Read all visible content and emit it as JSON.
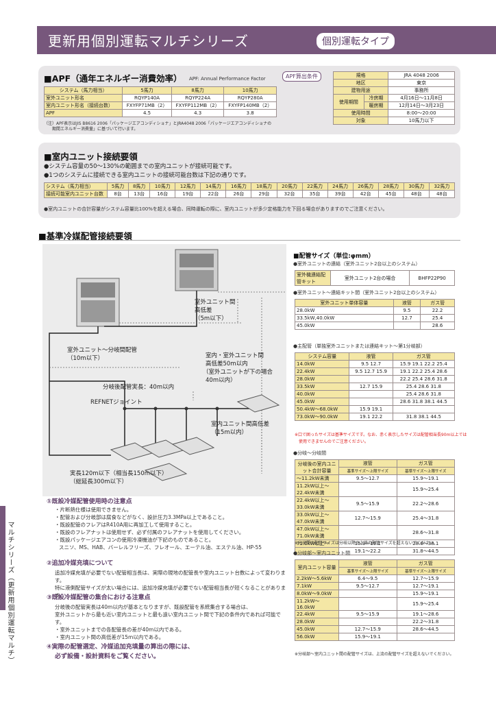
{
  "header": {
    "title": "更新用個別運転マルチシリーズ",
    "subtitle": "個別運転タイプ"
  },
  "apf": {
    "title": "■APF（通年エネルギー消費効率）",
    "title_en": "APF: Annual Performance Factor",
    "table": {
      "headers": [
        "システム（馬力相当）",
        "5馬力",
        "8馬力",
        "10馬力"
      ],
      "rows": [
        [
          "室外ユニット形名",
          "RQYP140A",
          "RQYP224A",
          "RQYP280A"
        ],
        [
          "室内ユニット形名（接続台数）",
          "FXYFP71MB（2）",
          "FXYFP112MB（2）",
          "FXYFP140MB（2）"
        ],
        [
          "APF",
          "4.5",
          "4.3",
          "3.8"
        ]
      ]
    },
    "note1": "（注）APF表示はJIS B8616 2006「パッケージエアコンディショナ」とJRA4048 2006「パッケージエアコンディショナの",
    "note2": "期間エネルギー消費量」に基づいて行います。",
    "cond_label": "APF算出条件",
    "cond_rows": [
      [
        "規格",
        "JRA 4048 2006"
      ],
      [
        "地区",
        "東京"
      ],
      [
        "建物用途",
        "事務所"
      ],
      [
        "冷房期",
        "4月16日〜11月8日"
      ],
      [
        "暖房期",
        "12月14日〜3月23日"
      ],
      [
        "使用時間",
        "8:00〜20:00"
      ],
      [
        "対象",
        "10馬力以下"
      ]
    ],
    "cond_period_label": "使用期間"
  },
  "indoor": {
    "title": "■室内ユニット接続要領",
    "bullet1": "●システム容量の50〜130%の範囲までの室内ユニットが接続可能です。",
    "bullet2": "●1つのシステムに接続できる室内ユニットの接続可能台数は下記の通りです。",
    "row_head1": "システム（馬力相当）",
    "row_head2": "接続可能室内ユニット台数",
    "hp": [
      "5馬力",
      "8馬力",
      "10馬力",
      "12馬力",
      "14馬力",
      "16馬力",
      "18馬力",
      "20馬力",
      "22馬力",
      "24馬力",
      "26馬力",
      "28馬力",
      "30馬力",
      "32馬力"
    ],
    "units": [
      "8台",
      "13台",
      "16台",
      "19台",
      "22台",
      "26台",
      "29台",
      "32台",
      "35台",
      "39台",
      "42台",
      "45台",
      "48台",
      "48台"
    ],
    "note": "●室内ユニットの合計容量がシステム容量比100%を超える場合、同時運転の際に、室内ユニットが多少定格能力を下回る場合がありますのでご注意ください。"
  },
  "piping": {
    "title": "■基準冷媒配管接続要領",
    "d_label1": "室外ユニット間",
    "d_label2": "高低差",
    "d_label3": "（5m以下）",
    "d_label4": "室外ユニット〜分岐間配管",
    "d_label5": "（10m以下）",
    "d_label6": "室内・室外ユニット間",
    "d_label7": "高低差50m以内",
    "d_label8": "（室外ユニットが下の場合",
    "d_label9": "40m以内）",
    "d_label10": "分岐後配管実長：40m以内",
    "d_label11": "REFNETジョイント",
    "d_label12": "室内ユニット間高低差",
    "d_label13": "（15m以内）",
    "d_label14": "実長120m以下（相当長150m以下）",
    "d_label15": "（総延長300m以下）"
  },
  "cautions": {
    "c1_title": "①既設冷媒配管使用時の注意点",
    "c1_items": [
      "・片断熱仕様は使用できません。",
      "・配管および分岐部は腐食などがなく、設計圧力3.3MPa以上であること。",
      "・既設配管のフレアはR410A用に再加工して使用すること。",
      "・既設のフレアナットは使用せず、必ず付属のフレアナットを使用してください。",
      "・既設パッケージエアコンの使用冷凍機油が下記のものであること。",
      "スニソ、MS、HAB、バーレルフリーズ、フレオール、エーテル油、エステル油、HP-55"
    ],
    "c2_title": "②追加冷媒充填について",
    "c2_items": [
      "追加冷媒充填が必要でない配管相当長は、実際の現地の配管長や室内ユニット台数によって変わります。",
      "特に液側配管サイズが太い場合には、追加冷媒充填が必要でない配管相当長が短くなることがあります。"
    ],
    "c3_title": "③既設冷媒配管の集合における注意点",
    "c3_items": [
      "分岐後の配管実長は40m以内が基本となりますが、既設配管を系統集合する場合は、",
      "室外ユニットから最も近い室内ユニットと最も遠い室内ユニット間で下記の条件内であれば可能です。",
      "・室外ユニットまでの各配管長の差が40m以内である。",
      "・室内ユニット間の高低差が15m以内である。"
    ],
    "c4_title1": "④実際の配管選定、冷媒追加充填量の算出の際には、",
    "c4_title2": "必ず設備・設計資料をご覧ください。"
  },
  "pipe_size": {
    "title": "■配管サイズ（単位:φmm）",
    "kit_title": "●室外ユニットの連結（室外ユニット2台以上のシステム）",
    "kit_label": "室外機連結配管キット",
    "kit_case": "室外ユニット2台の場合",
    "kit_model": "BHFP22P90",
    "conn_title": "●室外ユニット〜連結キット間（室外ユニット2台以上のシステム）",
    "conn_head": [
      "室外ユニット単体容量",
      "液管",
      "ガス管"
    ],
    "conn_rows": [
      [
        "28.0kW",
        "9.5",
        "22.2"
      ],
      [
        "33.5kW,40.0kW",
        "12.7",
        "25.4"
      ],
      [
        "45.0kW",
        "",
        "28.6"
      ]
    ],
    "main_title": "●主配管（単独室外ユニットまたは連結キット〜第1分岐部）",
    "main_head": [
      "システム容量",
      "液管",
      "ガス管"
    ],
    "main_rows": [
      [
        "14.0kW",
        "9.5  12.7",
        "15.9  19.1  22.2  25.4"
      ],
      [
        "22.4kW",
        "9.5  12.7  15.9",
        "19.1  22.2  25.4  28.6"
      ],
      [
        "28.0kW",
        "",
        "22.2  25.4  28.6  31.8"
      ],
      [
        "33.5kW",
        "12.7  15.9",
        "25.4  28.6  31.8"
      ],
      [
        "40.0kW",
        "",
        "25.4  28.6  31.8"
      ],
      [
        "45.0kW",
        "",
        "28.6  31.8  38.1  44.5"
      ],
      [
        "50.4kW〜68.0kW",
        "15.9  19.1",
        ""
      ],
      [
        "73.0kW〜90.0kW",
        "19.1  22.2",
        "31.8  38.1  44.5"
      ]
    ],
    "main_note1": "※口で囲ったサイズは基準サイズです。なお、赤く表示したサイズは配管相当長90m以上では",
    "main_note2": "使用できませんのでご注意ください。",
    "branch_title": "●分岐〜分岐間",
    "branch_head": [
      "分岐後の室内ユニット合計容量",
      "液管",
      "ガス管"
    ],
    "branch_sub": [
      "基準サイズ〜上限サイズ",
      "基準サイズ〜上限サイズ"
    ],
    "branch_rows": [
      [
        "〜11.2kW未満",
        "9.5〜12.7",
        "15.9〜19.1"
      ],
      [
        "11.2kW以上〜22.4kW未満",
        "",
        "15.9〜25.4"
      ],
      [
        "22.4kW以上〜33.0kW未満",
        "9.5〜15.9",
        "22.2〜28.6"
      ],
      [
        "33.0kW以上〜47.0kW未満",
        "12.7〜15.9",
        "25.4〜31.8"
      ],
      [
        "47.0kW以上〜71.0kW未満",
        "",
        "28.6〜31.8"
      ],
      [
        "71.0kW以上〜",
        "15.9〜19.1",
        "28.6〜38.1"
      ],
      [
        "",
        "19.1〜22.2",
        "31.8〜44.5"
      ]
    ],
    "branch_note": "※分岐間の配管サイズは分岐以降の上流の配管サイズを超えないでください。",
    "unit_title": "●分岐部〜室内ユニット間",
    "unit_head": [
      "室内ユニット容量",
      "液管",
      "ガス管"
    ],
    "unit_sub": [
      "基準サイズ〜上限サイズ",
      "基準サイズ〜上限サイズ"
    ],
    "unit_rows": [
      [
        "2.2kW〜5.6kW",
        "6.4〜9.5",
        "12.7〜15.9"
      ],
      [
        "7.1kW",
        "9.5〜12.7",
        "12.7〜19.1"
      ],
      [
        "8.0kW〜9.0kW",
        "",
        "15.9〜19.1"
      ],
      [
        "11.2kW〜16.0kW",
        "",
        "15.9〜25.4"
      ],
      [
        "22.4kW",
        "9.5〜15.9",
        "19.1〜28.6"
      ],
      [
        "28.0kW",
        "",
        "22.2〜31.8"
      ],
      [
        "45.0kW",
        "12.7〜15.9",
        "28.6〜44.5"
      ],
      [
        "56.0kW",
        "15.9〜19.1",
        ""
      ]
    ],
    "unit_note": "※分岐部〜室内ユニット間の配管サイズは、上流の配管サイズを超えないでください。"
  },
  "sidebar": {
    "label": "マルチシリーズ（更新用個別運転マルチ）"
  }
}
